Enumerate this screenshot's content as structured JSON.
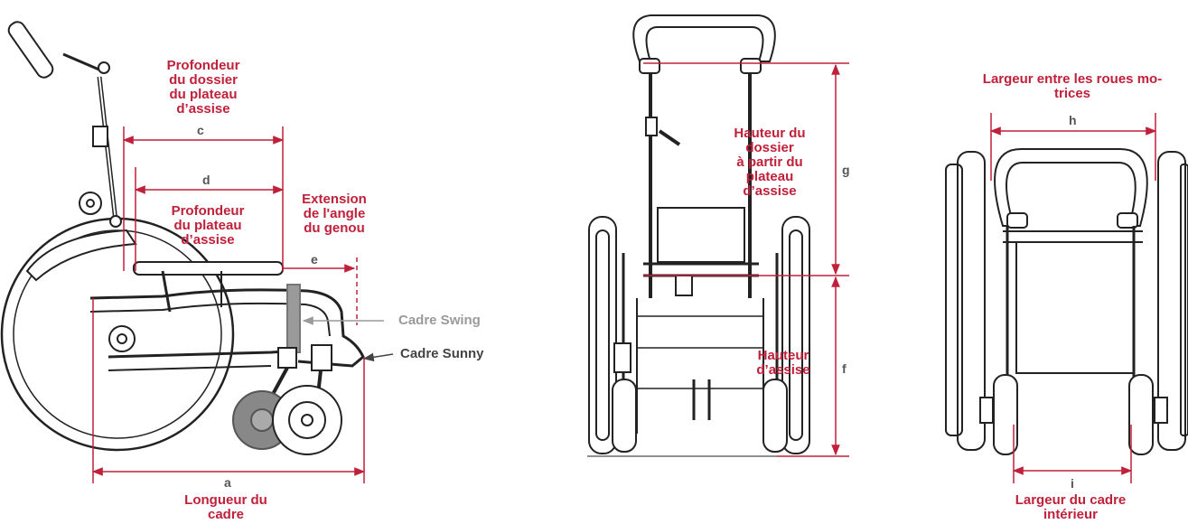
{
  "colors": {
    "accent": "#c0203a",
    "frame": "#222222",
    "tire": "#eeeeee",
    "swing_label": "#9a9a9a",
    "sunny_label": "#444444"
  },
  "side_view": {
    "labels": {
      "c_title": "Profondeur\ndu dossier\ndu plateau\nd’assise",
      "d_title": "Profondeur\ndu plateau\nd’assise",
      "e_title": "Extension\nde l'angle\ndu genou",
      "a_title": "Longueur du\ncadre",
      "swing": "Cadre Swing",
      "sunny": "Cadre Sunny"
    },
    "letters": {
      "a": "a",
      "c": "c",
      "d": "d",
      "e": "e"
    }
  },
  "front_view": {
    "labels": {
      "g_title": "Hauteur du\ndossier\nà partir du\nplateau\nd’assise",
      "f_title": "Hauteur\nd’assise"
    },
    "letters": {
      "f": "f",
      "g": "g"
    }
  },
  "back_view": {
    "labels": {
      "h_title": "Largeur entre les roues mo-\ntrices",
      "i_title": "Largeur du cadre\nintérieur"
    },
    "letters": {
      "h": "h",
      "i": "i"
    }
  }
}
